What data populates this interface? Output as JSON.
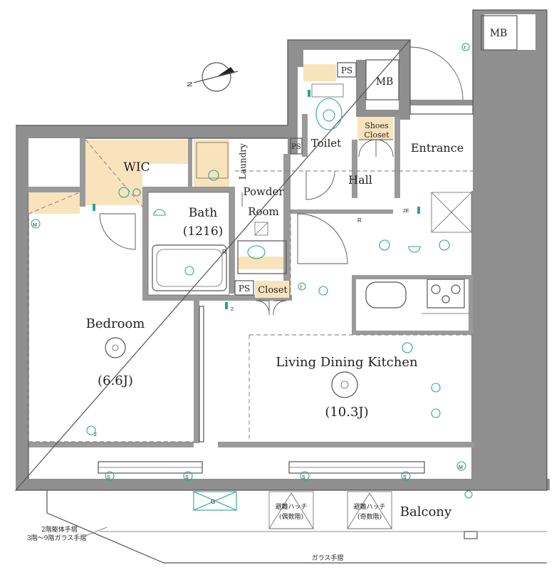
{
  "rooms": {
    "wic": "WIC",
    "bath": "Bath",
    "bath_size": "(1216)",
    "laundry": "Laundry",
    "powder_line1": "Powder",
    "powder_line2": "Room",
    "toilet": "Toilet",
    "hall": "Hall",
    "entrance": "Entrance",
    "shoes_line1": "Shoes",
    "shoes_line2": "Closet",
    "closet": "Closet",
    "bedroom": "Bedroom",
    "bedroom_size": "(6.6J)",
    "ldk": "Living Dining Kitchen",
    "ldk_size": "(10.3J)",
    "balcony": "Balcony"
  },
  "ps_labels": [
    "PS",
    "PS",
    "PS"
  ],
  "mb_labels": [
    "MB",
    "MB"
  ],
  "hatch_odd": [
    "避難ハッチ",
    "(偶数階)"
  ],
  "hatch_even": [
    "避難ハッチ",
    "(奇数階)"
  ],
  "handrail_notes": [
    "2階躯体手摺",
    "3階～9階ガラス手摺"
  ],
  "glass_rail": "ガラス手摺",
  "compass_label": "N",
  "small_marks": {
    "m": "M",
    "s": "S",
    "r": "R",
    "g": "G",
    "t": "t",
    "two": "2",
    "twoe": "2E"
  },
  "colors": {
    "wall": "#8f8f8f",
    "closet_fill": "#f8e3bd",
    "fixture": "#2aa592"
  }
}
